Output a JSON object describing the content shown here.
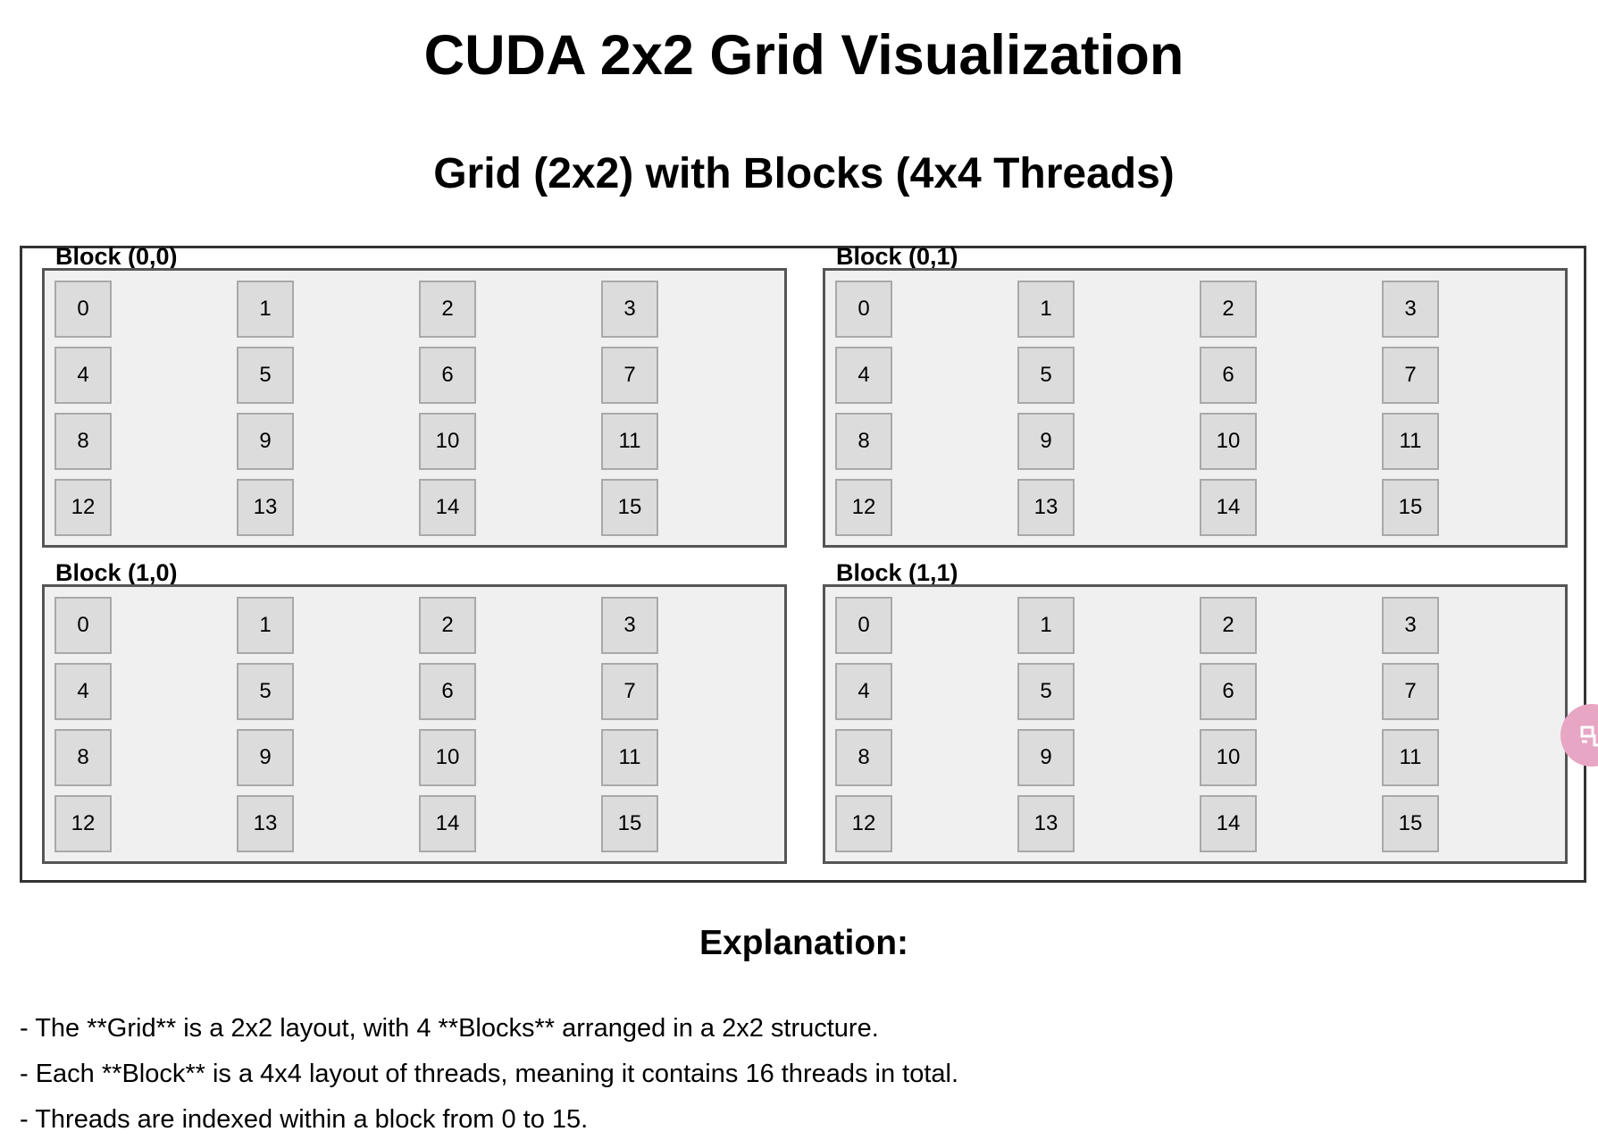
{
  "page": {
    "title": "CUDA 2x2 Grid Visualization",
    "subtitle": "Grid (2x2) with Blocks (4x4 Threads)"
  },
  "grid": {
    "blocks": [
      {
        "label": "Block (0,0)",
        "threads": [
          "0",
          "1",
          "2",
          "3",
          "4",
          "5",
          "6",
          "7",
          "8",
          "9",
          "10",
          "11",
          "12",
          "13",
          "14",
          "15"
        ]
      },
      {
        "label": "Block (0,1)",
        "threads": [
          "0",
          "1",
          "2",
          "3",
          "4",
          "5",
          "6",
          "7",
          "8",
          "9",
          "10",
          "11",
          "12",
          "13",
          "14",
          "15"
        ]
      },
      {
        "label": "Block (1,0)",
        "threads": [
          "0",
          "1",
          "2",
          "3",
          "4",
          "5",
          "6",
          "7",
          "8",
          "9",
          "10",
          "11",
          "12",
          "13",
          "14",
          "15"
        ]
      },
      {
        "label": "Block (1,1)",
        "threads": [
          "0",
          "1",
          "2",
          "3",
          "4",
          "5",
          "6",
          "7",
          "8",
          "9",
          "10",
          "11",
          "12",
          "13",
          "14",
          "15"
        ]
      }
    ]
  },
  "explanation": {
    "title": "Explanation:",
    "lines": [
      "- The **Grid** is a 2x2 layout, with 4 **Blocks** arranged in a 2x2 structure.",
      "- Each **Block** is a 4x4 layout of threads, meaning it contains 16 threads in total.",
      "- Threads are indexed within a block from 0 to 15."
    ]
  },
  "overlay": {
    "icon": "screen-capture-icon",
    "color": "#e7a6c4"
  },
  "colors": {
    "block_background": "#f0f0f0",
    "thread_background": "#dcdcdc",
    "grid_border": "#333333"
  }
}
